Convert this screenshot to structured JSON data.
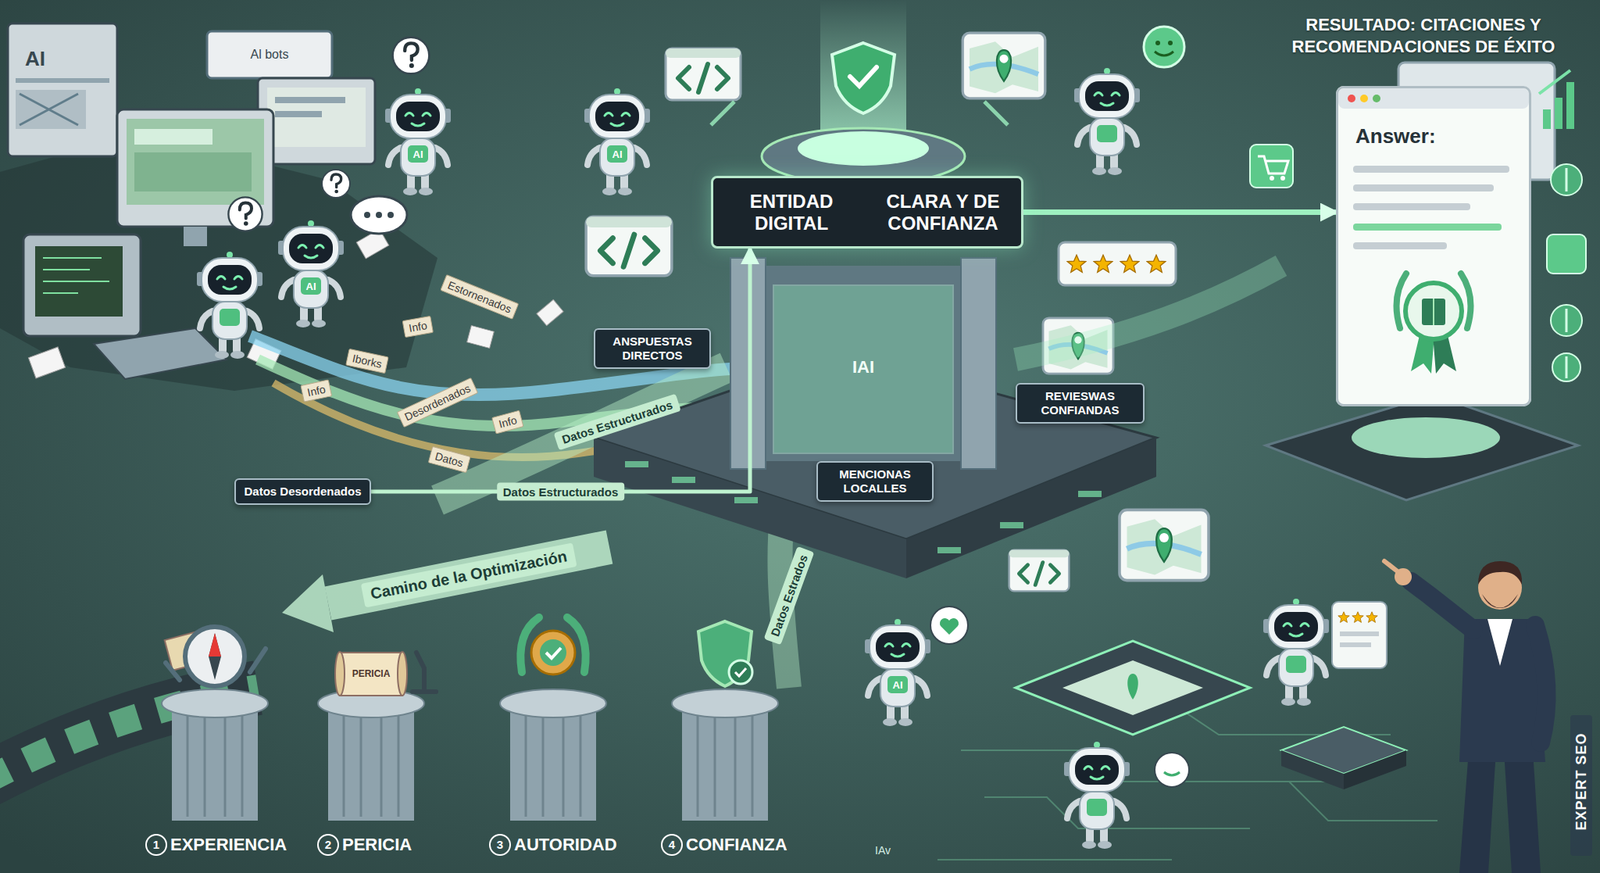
{
  "diagram": {
    "title": "RESULTADO: CITACIONES Y RECOMENDACIONES DE ÉXITO",
    "nodes": [
      {
        "text": [
          "Datos Desordenados"
        ]
      },
      {
        "text": [
          "ANSPUESTAS DIRECTOS"
        ]
      },
      {
        "text": [
          "ENTIDAD DIGITAL",
          "CLARA Y DE CONFIANZA"
        ]
      },
      {
        "text": [
          "MENCIONAS LOCALLES"
        ]
      },
      {
        "text": [
          "REVIESWAS CONFIANDAS"
        ]
      },
      {
        "text": [
          "Answer:"
        ]
      }
    ],
    "edges": [
      {
        "from": 0,
        "to": 2,
        "arrow": "to",
        "label": "Datos Estructurados"
      },
      {
        "from": 2,
        "to": 5,
        "arrow": "to"
      }
    ],
    "labels": [
      "AI",
      "Al bots",
      "Estornenados",
      "Info",
      "Iborks",
      "Info",
      "Desordenados",
      "Info",
      "Datos",
      "Datos Estructurados",
      "Datos Estrados",
      "Camino de la Optimización",
      "IAI",
      "PERICIA",
      "1",
      "EXPERIENCIA",
      "2",
      "PERICIA",
      "3",
      "AUTORIDAD",
      "4",
      "CONFIANZA",
      "AI",
      "AI",
      "AI",
      "AI",
      "EXPERT SEO",
      "IAv"
    ]
  }
}
